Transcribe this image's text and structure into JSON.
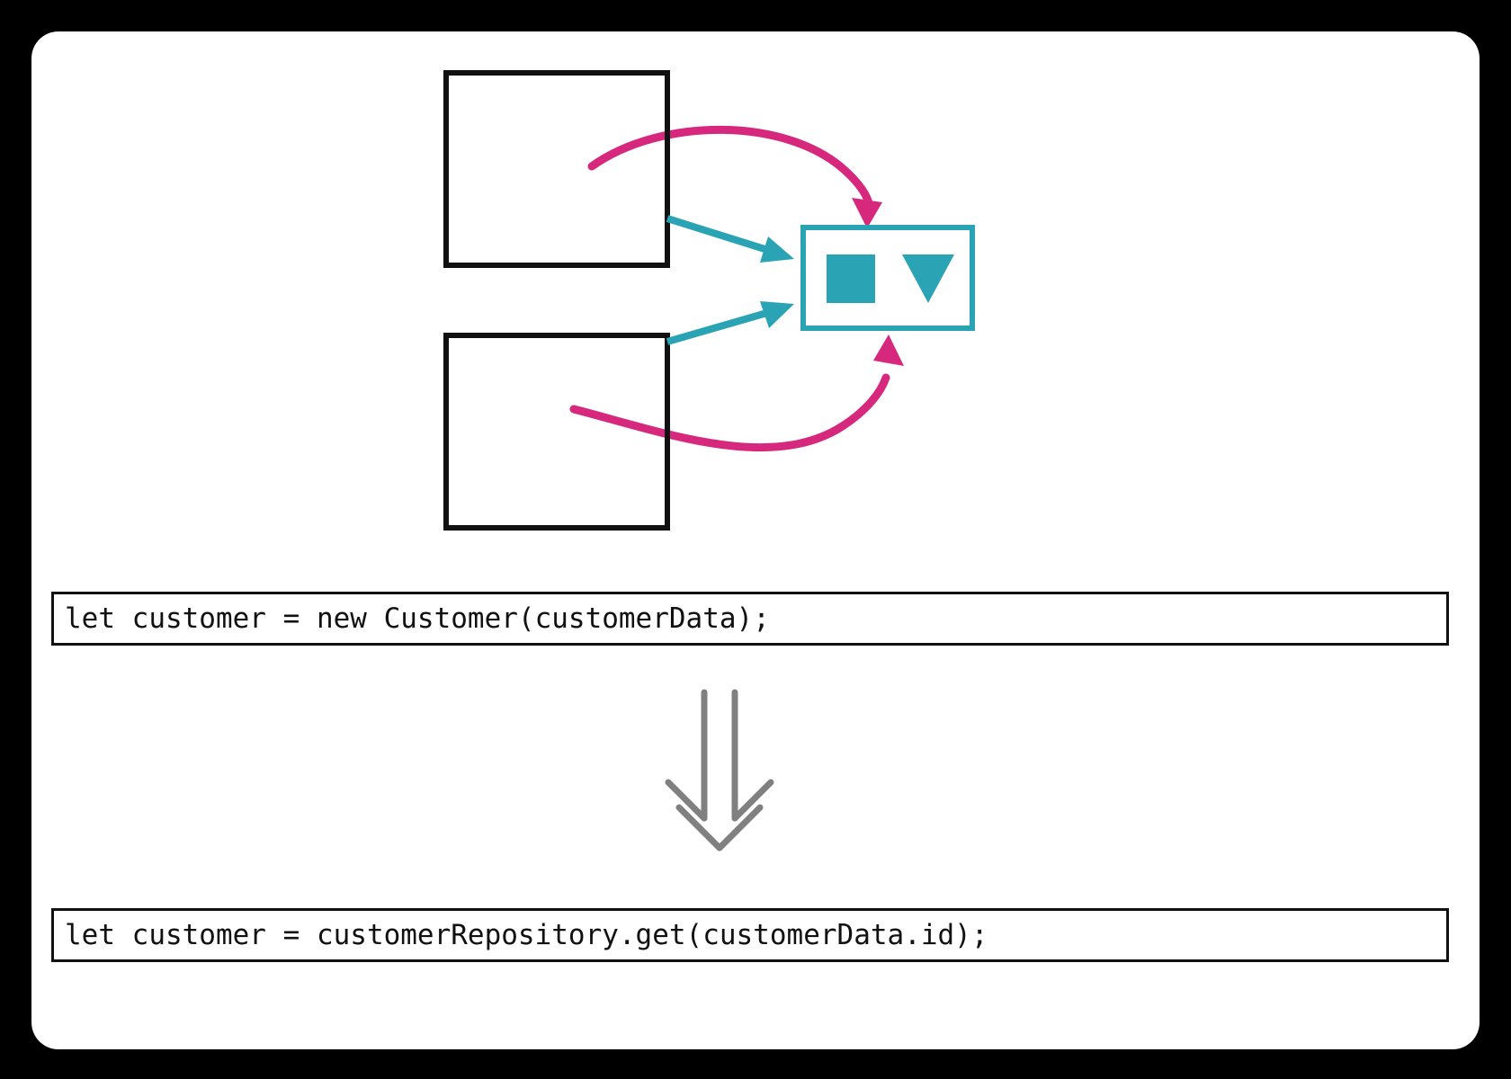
{
  "page": {
    "background_color": "#000000",
    "card_color": "#ffffff"
  },
  "palette": {
    "teal": "#2AA3B5",
    "pink": "#D6287D",
    "gray": "#808080",
    "black": "#111111"
  },
  "diagram": {
    "title": "",
    "nodes": [
      {
        "id": "source-box-top",
        "label": "",
        "shape": "rectangle",
        "stroke": "#111111"
      },
      {
        "id": "source-box-bottom",
        "label": "",
        "shape": "rectangle",
        "stroke": "#111111"
      },
      {
        "id": "repository-box",
        "label": "",
        "shape": "rectangle",
        "stroke": "#2AA3B5"
      }
    ],
    "repository_icons": [
      {
        "id": "filled-square-icon",
        "shape": "square",
        "color": "#2AA3B5"
      },
      {
        "id": "down-triangle-icon",
        "shape": "down-triangle",
        "color": "#2AA3B5"
      }
    ],
    "edges": [
      {
        "id": "teal-arrow-top",
        "from": "source-box-top",
        "to": "repository-box",
        "style": "straight",
        "color": "#2AA3B5"
      },
      {
        "id": "teal-arrow-bottom",
        "from": "source-box-bottom",
        "to": "repository-box",
        "style": "straight",
        "color": "#2AA3B5"
      },
      {
        "id": "pink-arrow-top",
        "from": "source-box-top",
        "to": "repository-box",
        "style": "curved",
        "color": "#D6287D"
      },
      {
        "id": "pink-arrow-bottom",
        "from": "source-box-bottom",
        "to": "repository-box",
        "style": "curved",
        "color": "#D6287D"
      }
    ]
  },
  "code": {
    "before": {
      "text": "let customer = new Customer(customerData);"
    },
    "after": {
      "text": "let customer = customerRepository.get(customerData.id);"
    }
  },
  "transform": {
    "icon": "double-down-arrow",
    "color": "#808080",
    "label": ""
  }
}
